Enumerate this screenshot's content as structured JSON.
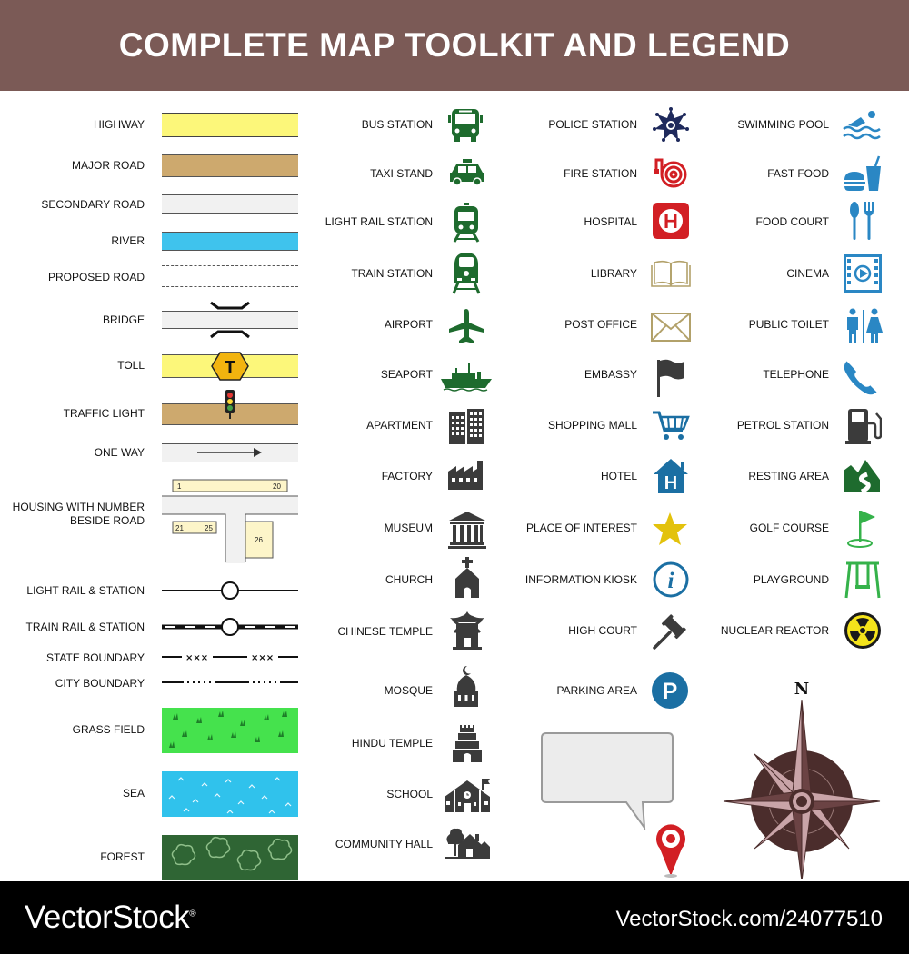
{
  "title": "COMPLETE MAP TOOLKIT AND LEGEND",
  "road_legend": {
    "highway": "HIGHWAY",
    "major_road": "MAJOR ROAD",
    "secondary_road": "SECONDARY ROAD",
    "river": "RIVER",
    "proposed_road": "PROPOSED ROAD",
    "bridge": "BRIDGE",
    "toll": "TOLL",
    "toll_mark": "T",
    "traffic_light": "TRAFFIC LIGHT",
    "one_way": "ONE WAY",
    "housing": "HOUSING WITH NUMBER BESIDE ROAD",
    "house_numbers": [
      "1",
      "20",
      "21",
      "25",
      "26"
    ],
    "light_rail": "LIGHT RAIL & STATION",
    "train_rail": "TRAIN RAIL & STATION",
    "state_boundary": "STATE BOUNDARY",
    "city_boundary": "CITY BOUNDARY",
    "grass_field": "GRASS FIELD",
    "sea": "SEA",
    "forest": "FOREST"
  },
  "transport_buildings": {
    "bus_station": "BUS STATION",
    "taxi_stand": "TAXI STAND",
    "light_rail_station": "LIGHT RAIL STATION",
    "train_station": "TRAIN STATION",
    "airport": "AIRPORT",
    "seaport": "SEAPORT",
    "apartment": "APARTMENT",
    "factory": "FACTORY",
    "museum": "MUSEUM",
    "church": "CHURCH",
    "chinese_temple": "CHINESE TEMPLE",
    "mosque": "MOSQUE",
    "hindu_temple": "HINDU TEMPLE",
    "school": "SCHOOL",
    "community_hall": "COMMUNITY HALL"
  },
  "services": {
    "police_station": "POLICE STATION",
    "fire_station": "FIRE STATION",
    "hospital": "HOSPITAL",
    "hospital_mark": "H",
    "library": "LIBRARY",
    "post_office": "POST OFFICE",
    "embassy": "EMBASSY",
    "shopping_mall": "SHOPPING MALL",
    "hotel": "HOTEL",
    "hotel_mark": "H",
    "place_of_interest": "PLACE OF INTEREST",
    "information_kiosk": "INFORMATION KIOSK",
    "info_mark": "i",
    "high_court": "HIGH COURT",
    "parking_area": "PARKING AREA",
    "parking_mark": "P"
  },
  "leisure": {
    "swimming_pool": "SWIMMING POOL",
    "fast_food": "FAST FOOD",
    "food_court": "FOOD COURT",
    "cinema": "CINEMA",
    "public_toilet": "PUBLIC TOILET",
    "telephone": "TELEPHONE",
    "petrol_station": "PETROL STATION",
    "resting_area": "RESTING AREA",
    "golf_course": "GOLF COURSE",
    "playground": "PLAYGROUND",
    "nuclear_reactor": "NUCLEAR REACTOR"
  },
  "compass": {
    "north": "N"
  },
  "footer": {
    "brand": "VectorStock",
    "registered": "®",
    "url": "VectorStock.com/24077510"
  },
  "colors": {
    "header_bg": "#7b5a56",
    "transport_green": "#1e6b2e",
    "service_blue": "#1b6fa3",
    "service_red": "#d21f24",
    "library_tan": "#b2a16a",
    "gold": "#e3c20c",
    "navy": "#1f2a5c",
    "leisure_blue": "#2a87c4",
    "playground_green": "#35b24a",
    "reactor_yellow": "#f4e31b",
    "dark_gray": "#3b3b3b",
    "highway_yellow": "#fcf77a",
    "major_road_tan": "#cda96e",
    "river_blue": "#3fc3ed",
    "grass_green": "#45e24d",
    "sea_blue": "#30c2ec",
    "forest_green": "#2f6534",
    "compass_dark": "#4b2d2c",
    "compass_pink": "#c9a4a8"
  }
}
